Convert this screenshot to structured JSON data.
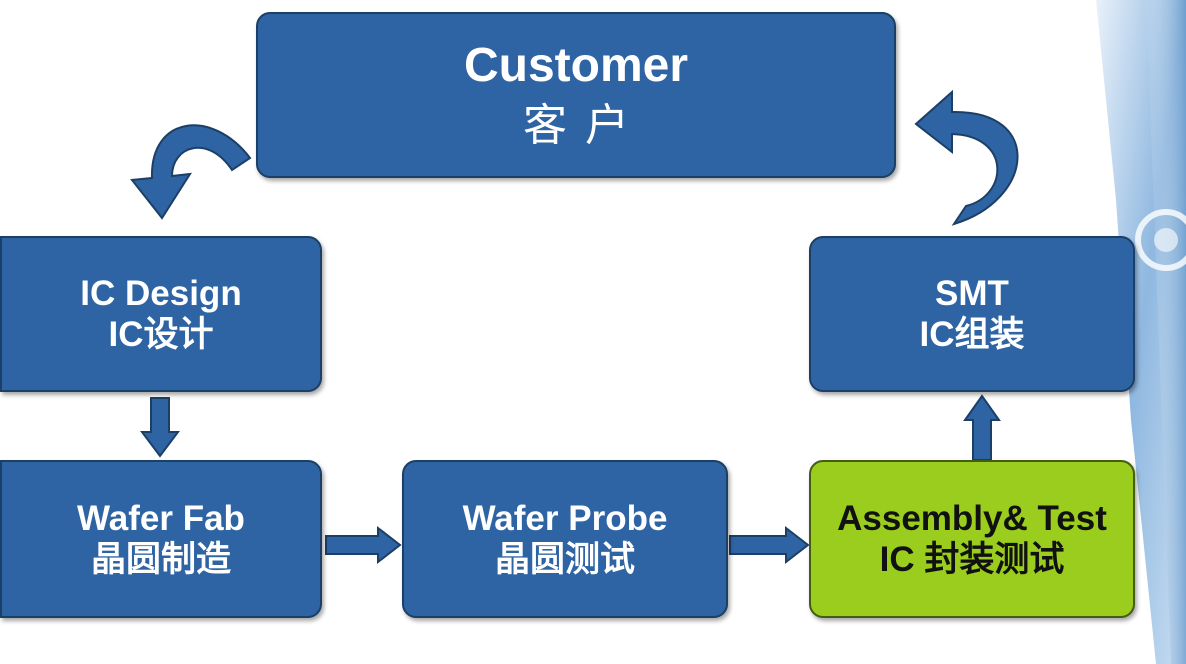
{
  "colors": {
    "box_fill": "#2e64a3",
    "box_border": "#1c3f66",
    "highlight_fill": "#9acd1d",
    "arrow_fill": "#2e64a3"
  },
  "diagram": {
    "customer": {
      "en": "Customer",
      "zh": "客户"
    },
    "ic_design": {
      "en": "IC Design",
      "zh": "IC设计"
    },
    "wafer_fab": {
      "en": "Wafer Fab",
      "zh": "晶圆制造"
    },
    "wafer_probe": {
      "en": "Wafer Probe",
      "zh": "晶圆测试"
    },
    "assembly_test": {
      "en": "Assembly& Test",
      "zh": "IC 封装测试"
    },
    "smt": {
      "en": "SMT",
      "zh": "IC组装"
    }
  }
}
